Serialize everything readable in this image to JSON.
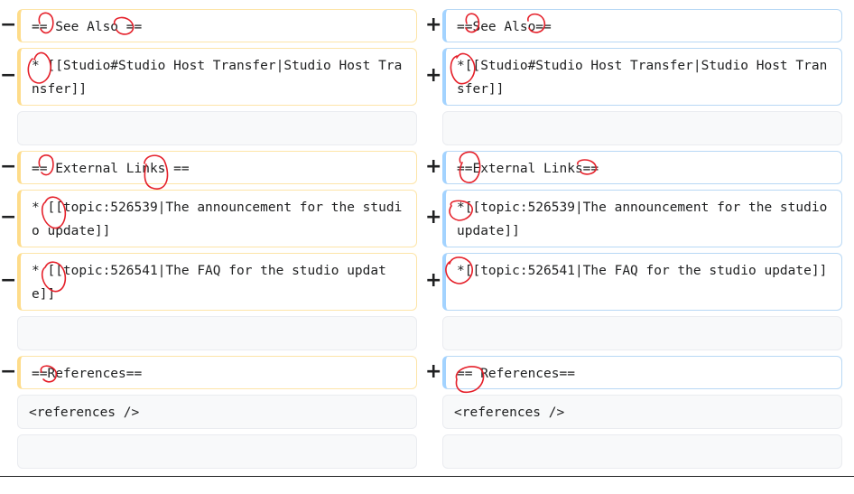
{
  "diff": {
    "row1": {
      "left": "== See Also ==",
      "right": "==See Also=="
    },
    "row2": {
      "left": "* [[Studio#Studio Host Transfer|Studio Host Transfer]]",
      "right": "*[[Studio#Studio Host Transfer|Studio Host Transfer]]"
    },
    "row3": {
      "left": "",
      "right": ""
    },
    "row4": {
      "left": "== External Links ==",
      "right": "==External Links=="
    },
    "row5": {
      "left": "* [[topic:526539|The announcement for the studio update]]",
      "right": "*[[topic:526539|The announcement for the studio update]]"
    },
    "row6": {
      "left": "* [[topic:526541|The FAQ for the studio update]]",
      "right": "*[[topic:526541|The FAQ for the studio update]]"
    },
    "row7": {
      "left": "",
      "right": ""
    },
    "row8": {
      "left": "==References==",
      "right": "== References=="
    },
    "row9": {
      "left": "<references />",
      "right": "<references />"
    },
    "row10": {
      "left": "",
      "right": ""
    }
  },
  "markers": {
    "minus": "−",
    "plus": "+"
  },
  "colors": {
    "deleted_border": "#fedc8a",
    "added_border": "#a3d3ff",
    "context_bg": "#f8f9fa",
    "annotation": "#e5202a"
  }
}
